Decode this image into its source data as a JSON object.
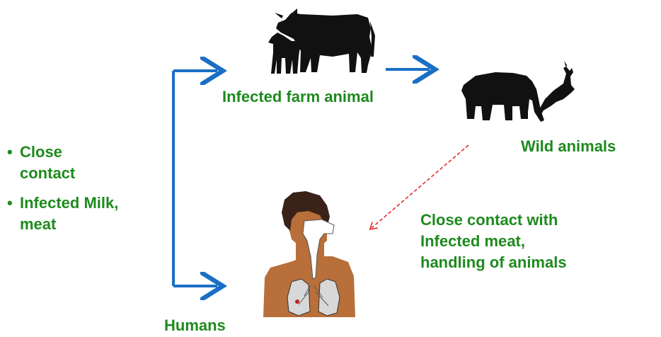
{
  "labels": {
    "farm": "Infected farm animal",
    "wild": "Wild animals",
    "humans": "Humans",
    "wild_to_human": [
      "Close contact with",
      "Infected  meat,",
      "handling of animals"
    ]
  },
  "bullets": [
    {
      "marker": "•",
      "lines": [
        "Close",
        "contact"
      ]
    },
    {
      "marker": "•",
      "lines": [
        "Infected Milk,",
        "meat"
      ]
    }
  ],
  "colors": {
    "label_green": "#1e8a1e",
    "arrow_blue": "#1a6fc4",
    "dashed_red": "#e02020",
    "silhouette": "#111111",
    "skin": "#b86f3a"
  },
  "icons": [
    "cow-calf-icon",
    "elephant-icon",
    "antelope-icon",
    "human-respiratory-icon"
  ]
}
